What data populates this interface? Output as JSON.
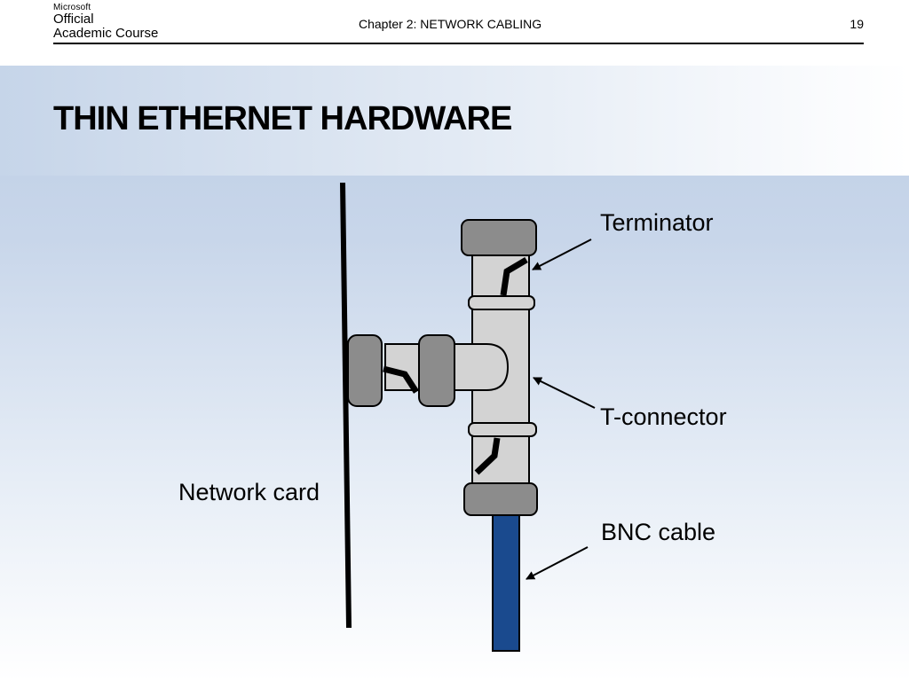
{
  "header": {
    "logo_line1": "Microsoft",
    "logo_line2": "Official",
    "logo_line3": "Academic Course",
    "chapter": "Chapter 2: NETWORK CABLING",
    "page_number": "19"
  },
  "slide": {
    "title": "THIN ETHERNET HARDWARE"
  },
  "diagram": {
    "labels": {
      "terminator": "Terminator",
      "t_connector": "T-connector",
      "network_card": "Network card",
      "bnc_cable": "BNC cable"
    },
    "colors": {
      "connector_body": "#d3d3d3",
      "cap": "#8c8c8c",
      "cable": "#1a4a8e",
      "outline": "#000000"
    }
  }
}
